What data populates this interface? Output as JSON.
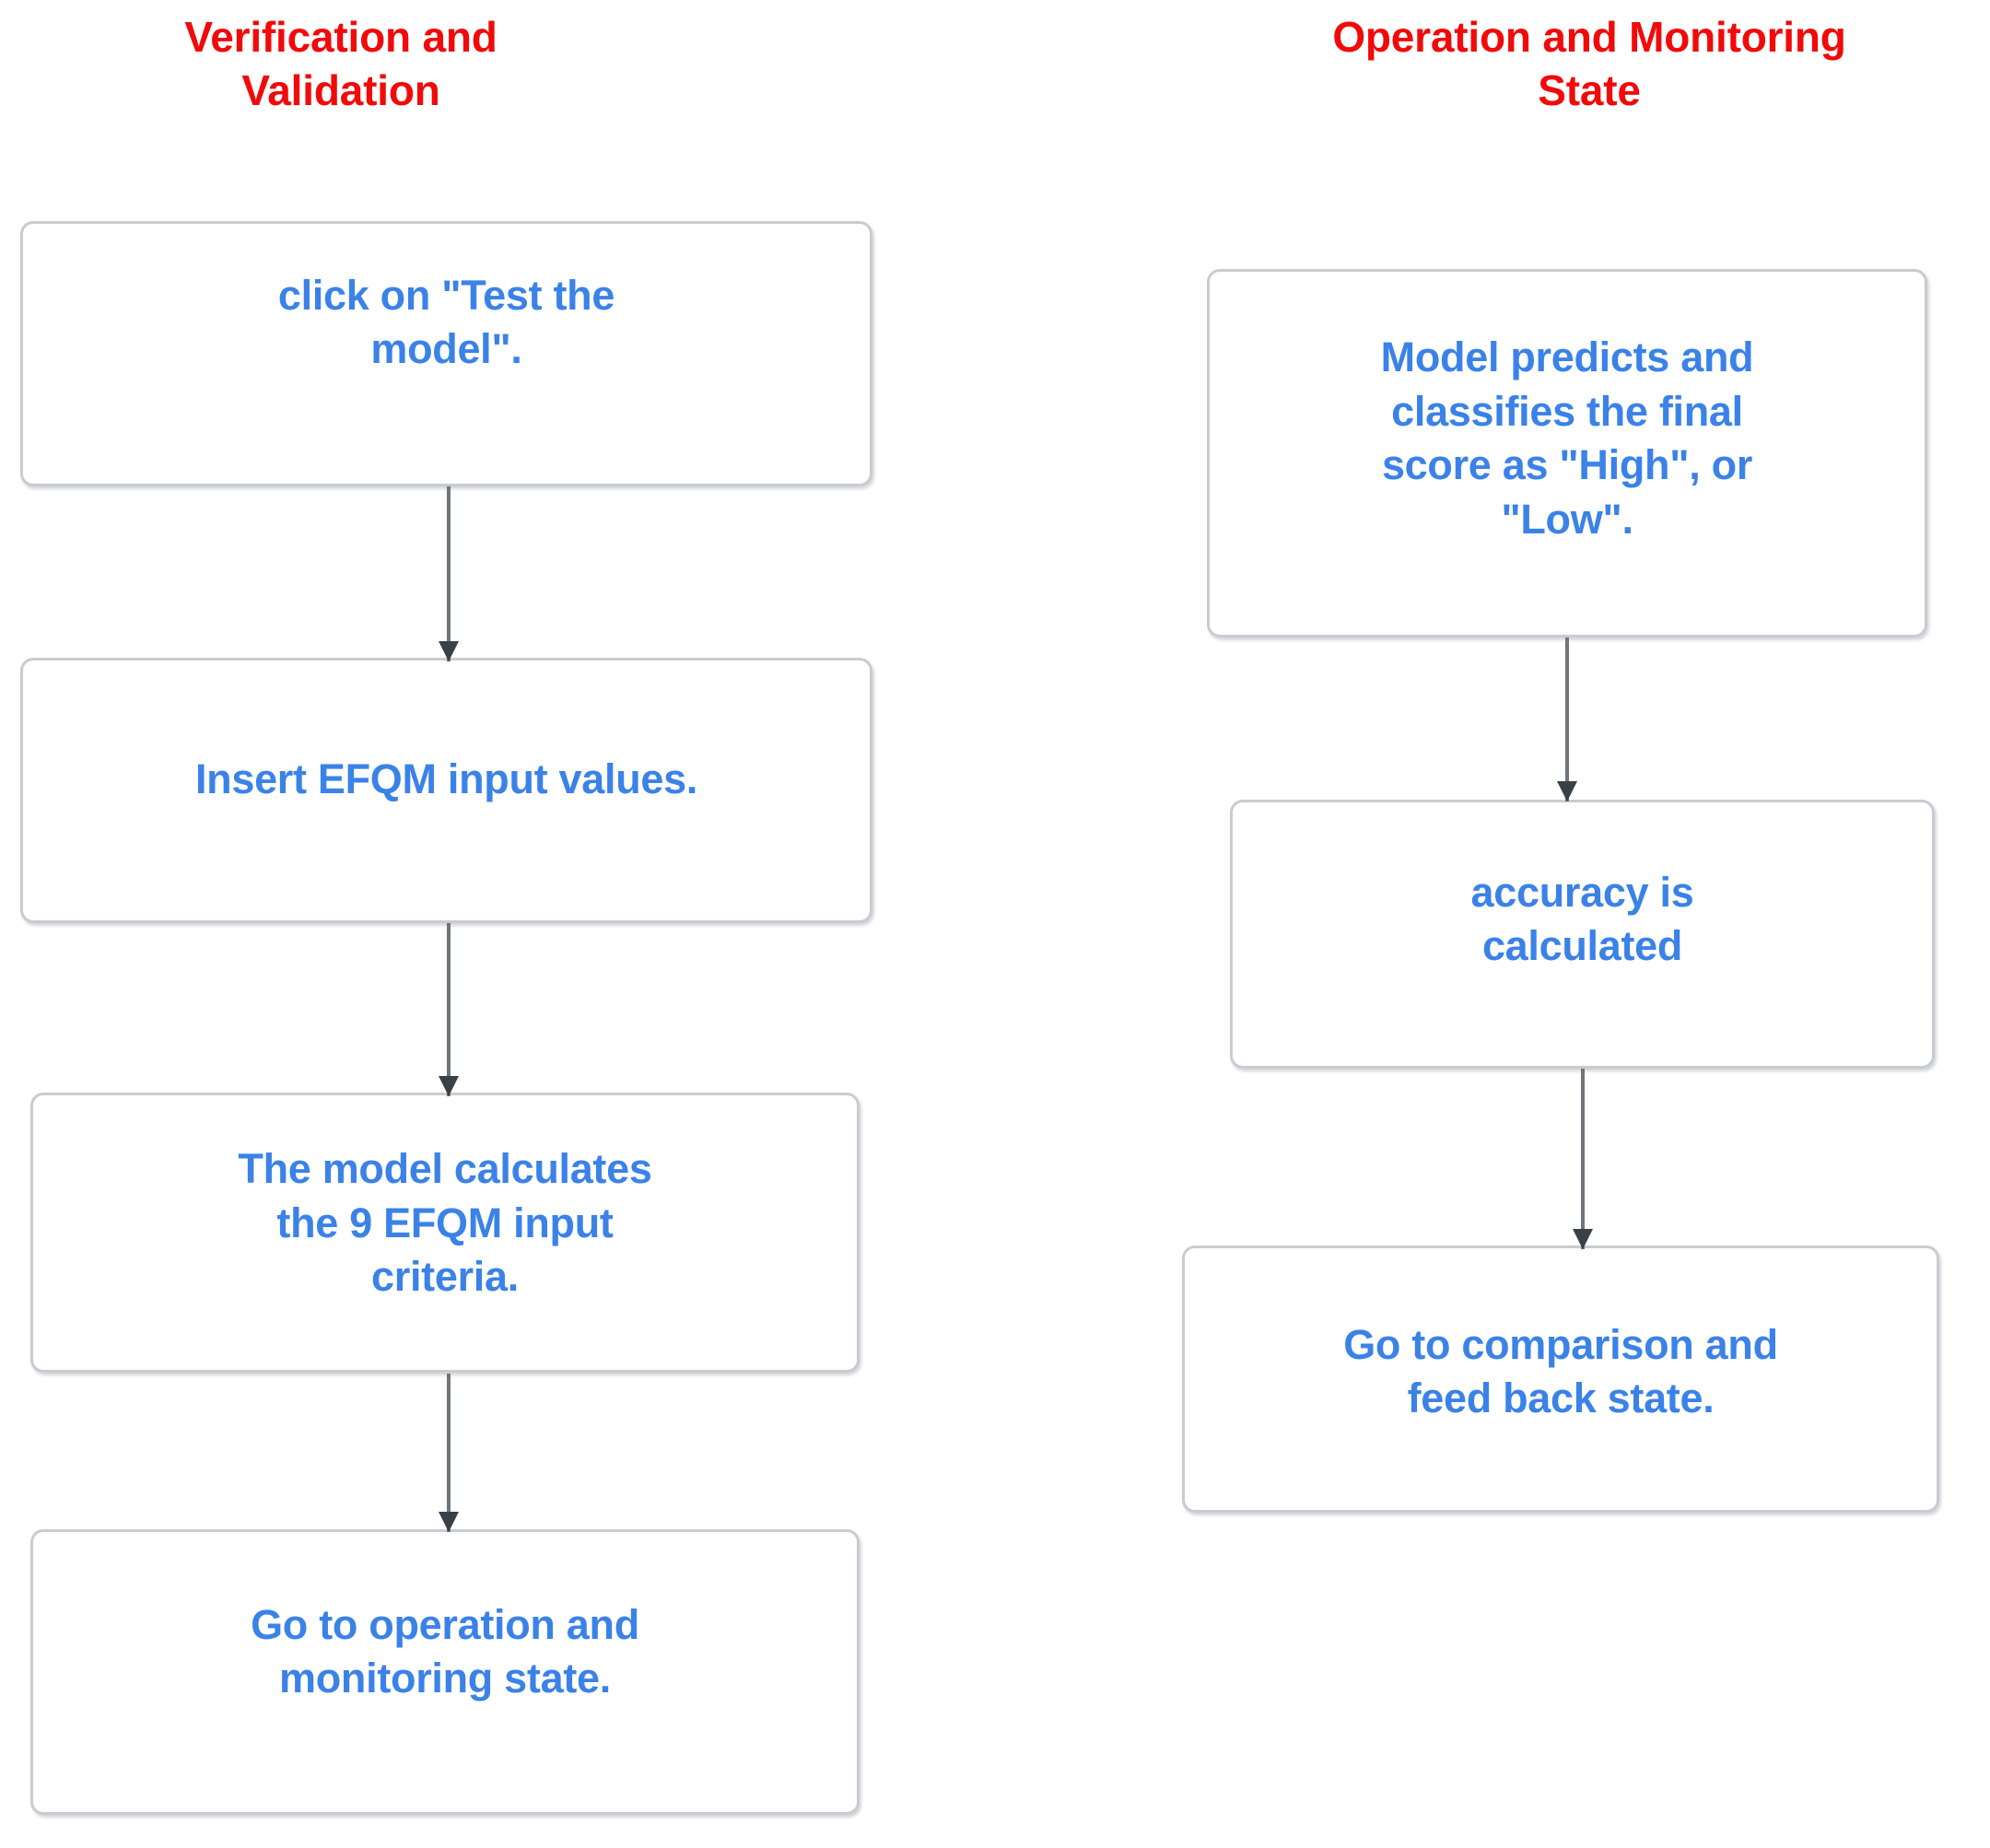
{
  "diagram": {
    "type": "flowchart",
    "columns": [
      {
        "id": "verification-validation",
        "title": "Verification and\nValidation",
        "title_color": "#f10a0a",
        "nodes": [
          {
            "id": "click-test",
            "label": "click on \"Test the\nmodel\"."
          },
          {
            "id": "insert-efqm",
            "label": "Insert EFQM input values."
          },
          {
            "id": "model-calc",
            "label": "The model calculates\nthe 9 EFQM input\ncriteria."
          },
          {
            "id": "go-operation",
            "label": "Go to operation and\nmonitoring state."
          }
        ],
        "edges": [
          {
            "from": "click-test",
            "to": "insert-efqm",
            "style": "arrow-down"
          },
          {
            "from": "insert-efqm",
            "to": "model-calc",
            "style": "arrow-down"
          },
          {
            "from": "model-calc",
            "to": "go-operation",
            "style": "arrow-down"
          }
        ]
      },
      {
        "id": "operation-monitoring",
        "title": "Operation and\nMonitoring State",
        "title_color": "#f10a0a",
        "nodes": [
          {
            "id": "model-predicts",
            "label": "Model predicts and\nclassifies the final\nscore as \"High\", or\n\"Low\"."
          },
          {
            "id": "accuracy",
            "label": "accuracy is\ncalculated"
          },
          {
            "id": "go-comparison",
            "label": "Go to comparison and\nfeed back state."
          }
        ],
        "edges": [
          {
            "from": "model-predicts",
            "to": "accuracy",
            "style": "arrow-down"
          },
          {
            "from": "accuracy",
            "to": "go-comparison",
            "style": "arrow-down"
          }
        ]
      }
    ],
    "colors": {
      "title": "#f10a0a",
      "node_text": "#3b82e8",
      "node_border": "#c8ccd2",
      "node_fill": "#ffffff",
      "connector": "#707578",
      "arrowhead": "#3a4047",
      "background": "#ffffff"
    }
  }
}
